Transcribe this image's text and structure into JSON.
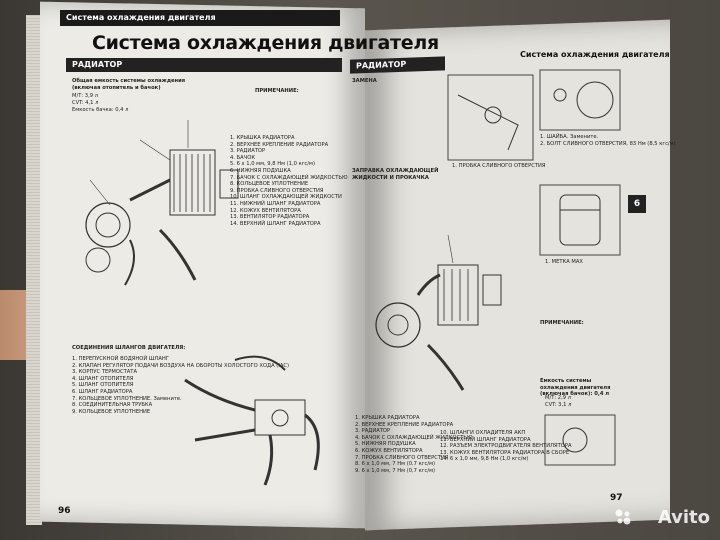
{
  "left_page": {
    "header": "Система охлаждения двигателя",
    "title": "Система охлаждения двигателя",
    "section": "РАДИАТОР",
    "capacity_title": "Общая емкость системы охлаждения (включая отопитель и бачок)",
    "capacity_values": [
      "М/Т: 3,9 л",
      "CVT: 4,1 л",
      "Емкость бачка: 0,4 л"
    ],
    "note_title": "ПРИМЕЧАНИЕ:",
    "radiator_legend": [
      "1. КРЫШКА РАДИАТОРА",
      "2. ВЕРХНЕЕ КРЕПЛЕНИЕ РАДИАТОРА",
      "3. РАДИАТОР",
      "4. БАЧОК",
      "5. 6 х 1,0 мм, 9,8 Нм (1,0 кгс/м)",
      "6. НИЖНЯЯ ПОДУШКА",
      "7. БАЧОК С ОХЛАЖДАЮЩЕЙ ЖИДКОСТЬЮ",
      "8. КОЛЬЦЕВОЕ УПЛОТНЕНИЕ",
      "9. ПРОБКА СЛИВНОГО ОТВЕРСТИЯ",
      "10. ШЛАНГ ОХЛАЖДАЮЩЕЙ ЖИДКОСТИ",
      "11. НИЖНИЙ ШЛАНГ РАДИАТОРА",
      "12. КОЖУХ ВЕНТИЛЯТОРА",
      "13. ВЕНТИЛЯТОР РАДИАТОРА",
      "14. ВЕРХНИЙ ШЛАНГ РАДИАТОРА"
    ],
    "hoses_title": "СОЕДИНЕНИЯ ШЛАНГОВ ДВИГАТЕЛЯ:",
    "hoses_legend": [
      "1. ПЕРЕПУСКНОЙ ВОДЯНОЙ ШЛАНГ",
      "2. КЛАПАН РЕГУЛЯТОР ПОДАЧИ ВОЗДУХА НА ОБОРОТЫ ХОЛОСТОГО ХОДА (IAC)",
      "3. КОРПУС ТЕРМОСТАТА",
      "4. ШЛАНГ ОТОПИТЕЛЯ",
      "5. ШЛАНГ ОТОПИТЕЛЯ",
      "6. ШЛАНГ РАДИАТОРА",
      "7. КОЛЬЦЕВОЕ УПЛОТНЕНИЕ. Замените.",
      "8. СОЕДИНИТЕЛЬНАЯ ТРУБКА",
      "9. КОЛЬЦЕВОЕ УПЛОТНЕНИЕ"
    ],
    "page_number": "96"
  },
  "right_page": {
    "header": "Система охлаждения двигателя",
    "section": "РАДИАТОР",
    "replace_title": "ЗАМЕНА",
    "fill_title": "ЗАПРАВКА ОХЛАЖДАЮЩЕЙ ЖИДКОСТИ И ПРОКАЧКА",
    "drain_label": "1. ПРОБКА СЛИВНОГО ОТВЕРСТИЯ",
    "washer_labels": [
      "1. ШАЙБА. Замените.",
      "2. БОЛТ СЛИВНОГО ОТВЕРСТИЯ, 83 Нм (8,5 кгс/м)"
    ],
    "metka_label": "1. МЕТКА MAX",
    "note_title": "ПРИМЕЧАНИЕ:",
    "capacity_title": "Емкость системы охлаждения двигателя (включая бачок): 0,4 л",
    "capacity_values": [
      "М/Т: 2,9 л",
      "CVT: 3,1 л"
    ],
    "bottom_legend": [
      "1. КРЫШКА РАДИАТОРА",
      "2. ВЕРХНЕЕ КРЕПЛЕНИЕ РАДИАТОРА",
      "3. РАДИАТОР",
      "4. БАЧОК С ОХЛАЖДАЮЩЕЙ ЖИДКОСТЬЮ",
      "5. НИЖНЯЯ ПОДУШКА",
      "6. КОЖУХ ВЕНТИЛЯТОРА",
      "7. ПРОБКА СЛИВНОГО ОТВЕРСТИЯ",
      "8. 6 х 1,0 мм, 7 Нм (0,7 кгс/м)",
      "9. 6 х 1,0 мм, 7 Нм (0,7 кгс/м)"
    ],
    "bottom_legend_2": [
      "10. ШЛАНГИ ОХЛАДИТЕЛЯ АКП",
      "11. ВЕРХНИЙ ШЛАНГ РАДИАТОРА",
      "12. РАЗЪЕМ ЭЛЕКТРОДВИГАТЕЛЯ ВЕНТИЛЯТОРА",
      "13. КОЖУХ ВЕНТИЛЯТОРА РАДИАТОРА В СБОРЕ",
      "14. 6 х 1,0 мм, 9,8 Нм (1,0 кгс/м)"
    ],
    "tab_label": "6",
    "page_number": "97"
  },
  "watermark": "Avito"
}
